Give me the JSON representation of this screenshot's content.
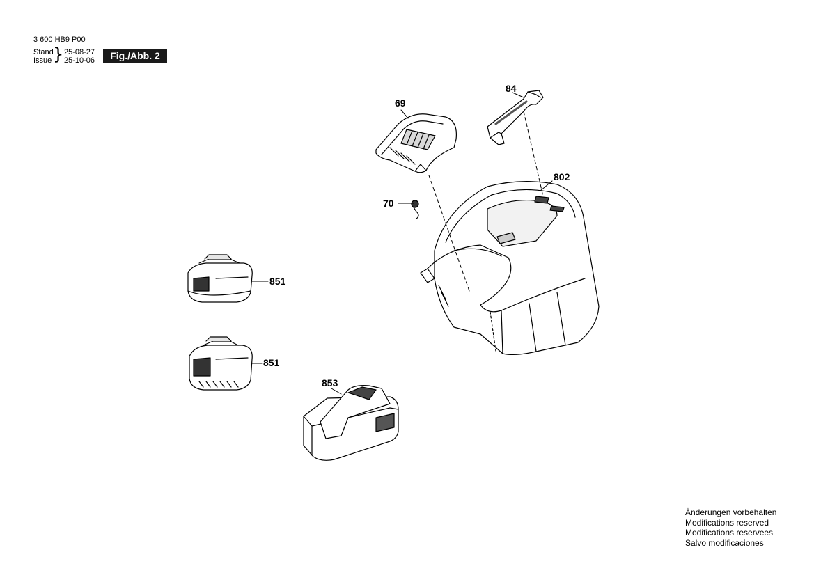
{
  "header": {
    "doc_number": "3 600 HB9 P00",
    "stand_label": "Stand",
    "issue_label": "Issue",
    "stand_date": "25-08-27",
    "issue_date": "25-10-06",
    "figure_label": "Fig./Abb. 2"
  },
  "callouts": {
    "c69": "69",
    "c84": "84",
    "c802": "802",
    "c70": "70",
    "c851a": "851",
    "c851b": "851",
    "c853": "853"
  },
  "notes": [
    "Änderungen vorbehalten",
    "Modifications reserved",
    "Modifications reservees",
    "Salvo modificaciones"
  ],
  "colors": {
    "ink": "#000000",
    "badge": "#1a1a1a",
    "part_fill": "#ffffff",
    "part_shade": "#e6e6e6"
  }
}
